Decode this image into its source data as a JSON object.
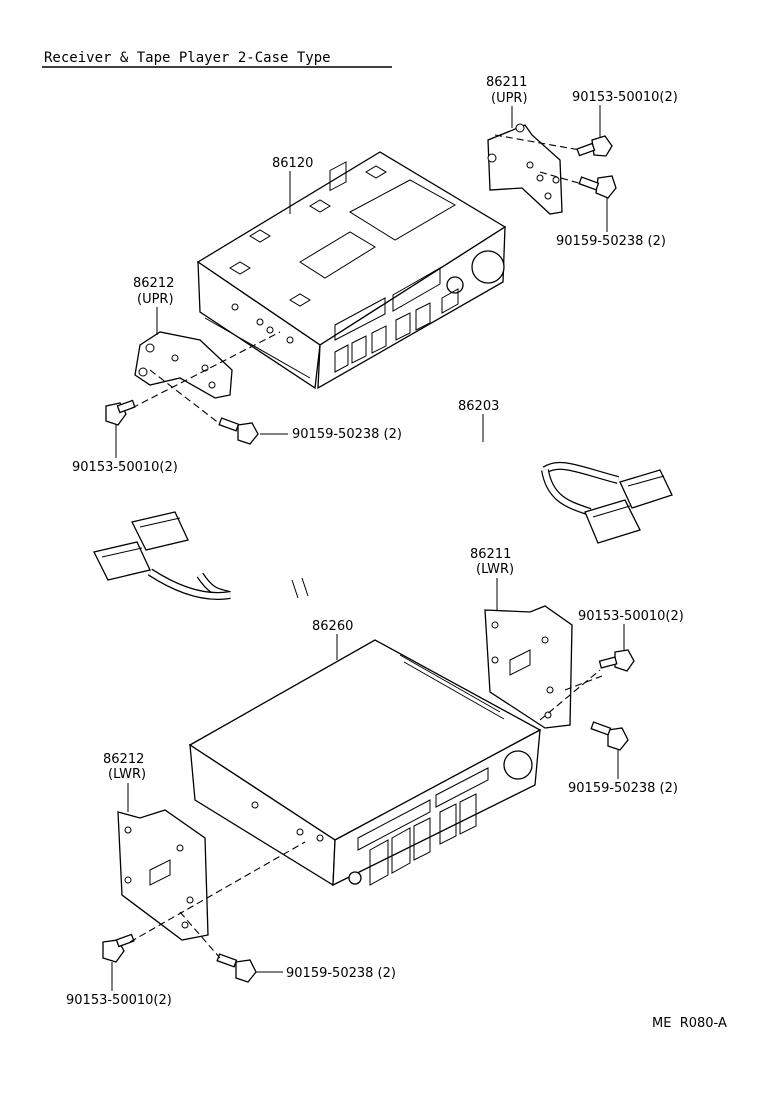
{
  "title": "Receiver & Tape Player 2-Case Type",
  "figure_code": "ME  R080-A",
  "labels": {
    "p86120": "86120",
    "p86211_upr": "86211",
    "upr_a": "(UPR)",
    "p86212_upr": "86212",
    "upr_b": "(UPR)",
    "p86203": "86203",
    "p86260": "86260",
    "p86211_lwr": "86211",
    "lwr_a": "(LWR)",
    "p86212_lwr": "86212",
    "lwr_b": "(LWR)",
    "bolt_a1": "90153-50010(2)",
    "screw_a1": "90159-50238 (2)",
    "screw_a2": "90159-50238 (2)",
    "bolt_a2": "90153-50010(2)",
    "bolt_b1": "90153-50010(2)",
    "screw_b1": "90159-50238 (2)",
    "screw_b2": "90159-50238 (2)",
    "bolt_b2": "90153-50010(2)"
  }
}
